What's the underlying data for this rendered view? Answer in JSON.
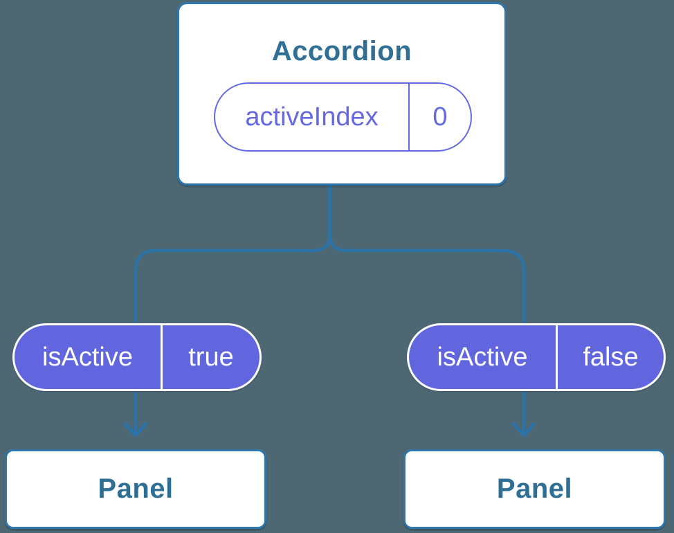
{
  "root": {
    "title": "Accordion",
    "state": {
      "label": "activeIndex",
      "value": "0"
    }
  },
  "props": [
    {
      "label": "isActive",
      "value": "true"
    },
    {
      "label": "isActive",
      "value": "false"
    }
  ],
  "panels": [
    {
      "label": "Panel"
    },
    {
      "label": "Panel"
    }
  ],
  "colors": {
    "background": "#4d6773",
    "connector": "#2c73a7",
    "card_border": "#2e76ab",
    "heading_text": "#2f6f94",
    "prop_fill": "#6166de",
    "prop_text": "#ffffff",
    "state_accent": "#6569e1"
  }
}
